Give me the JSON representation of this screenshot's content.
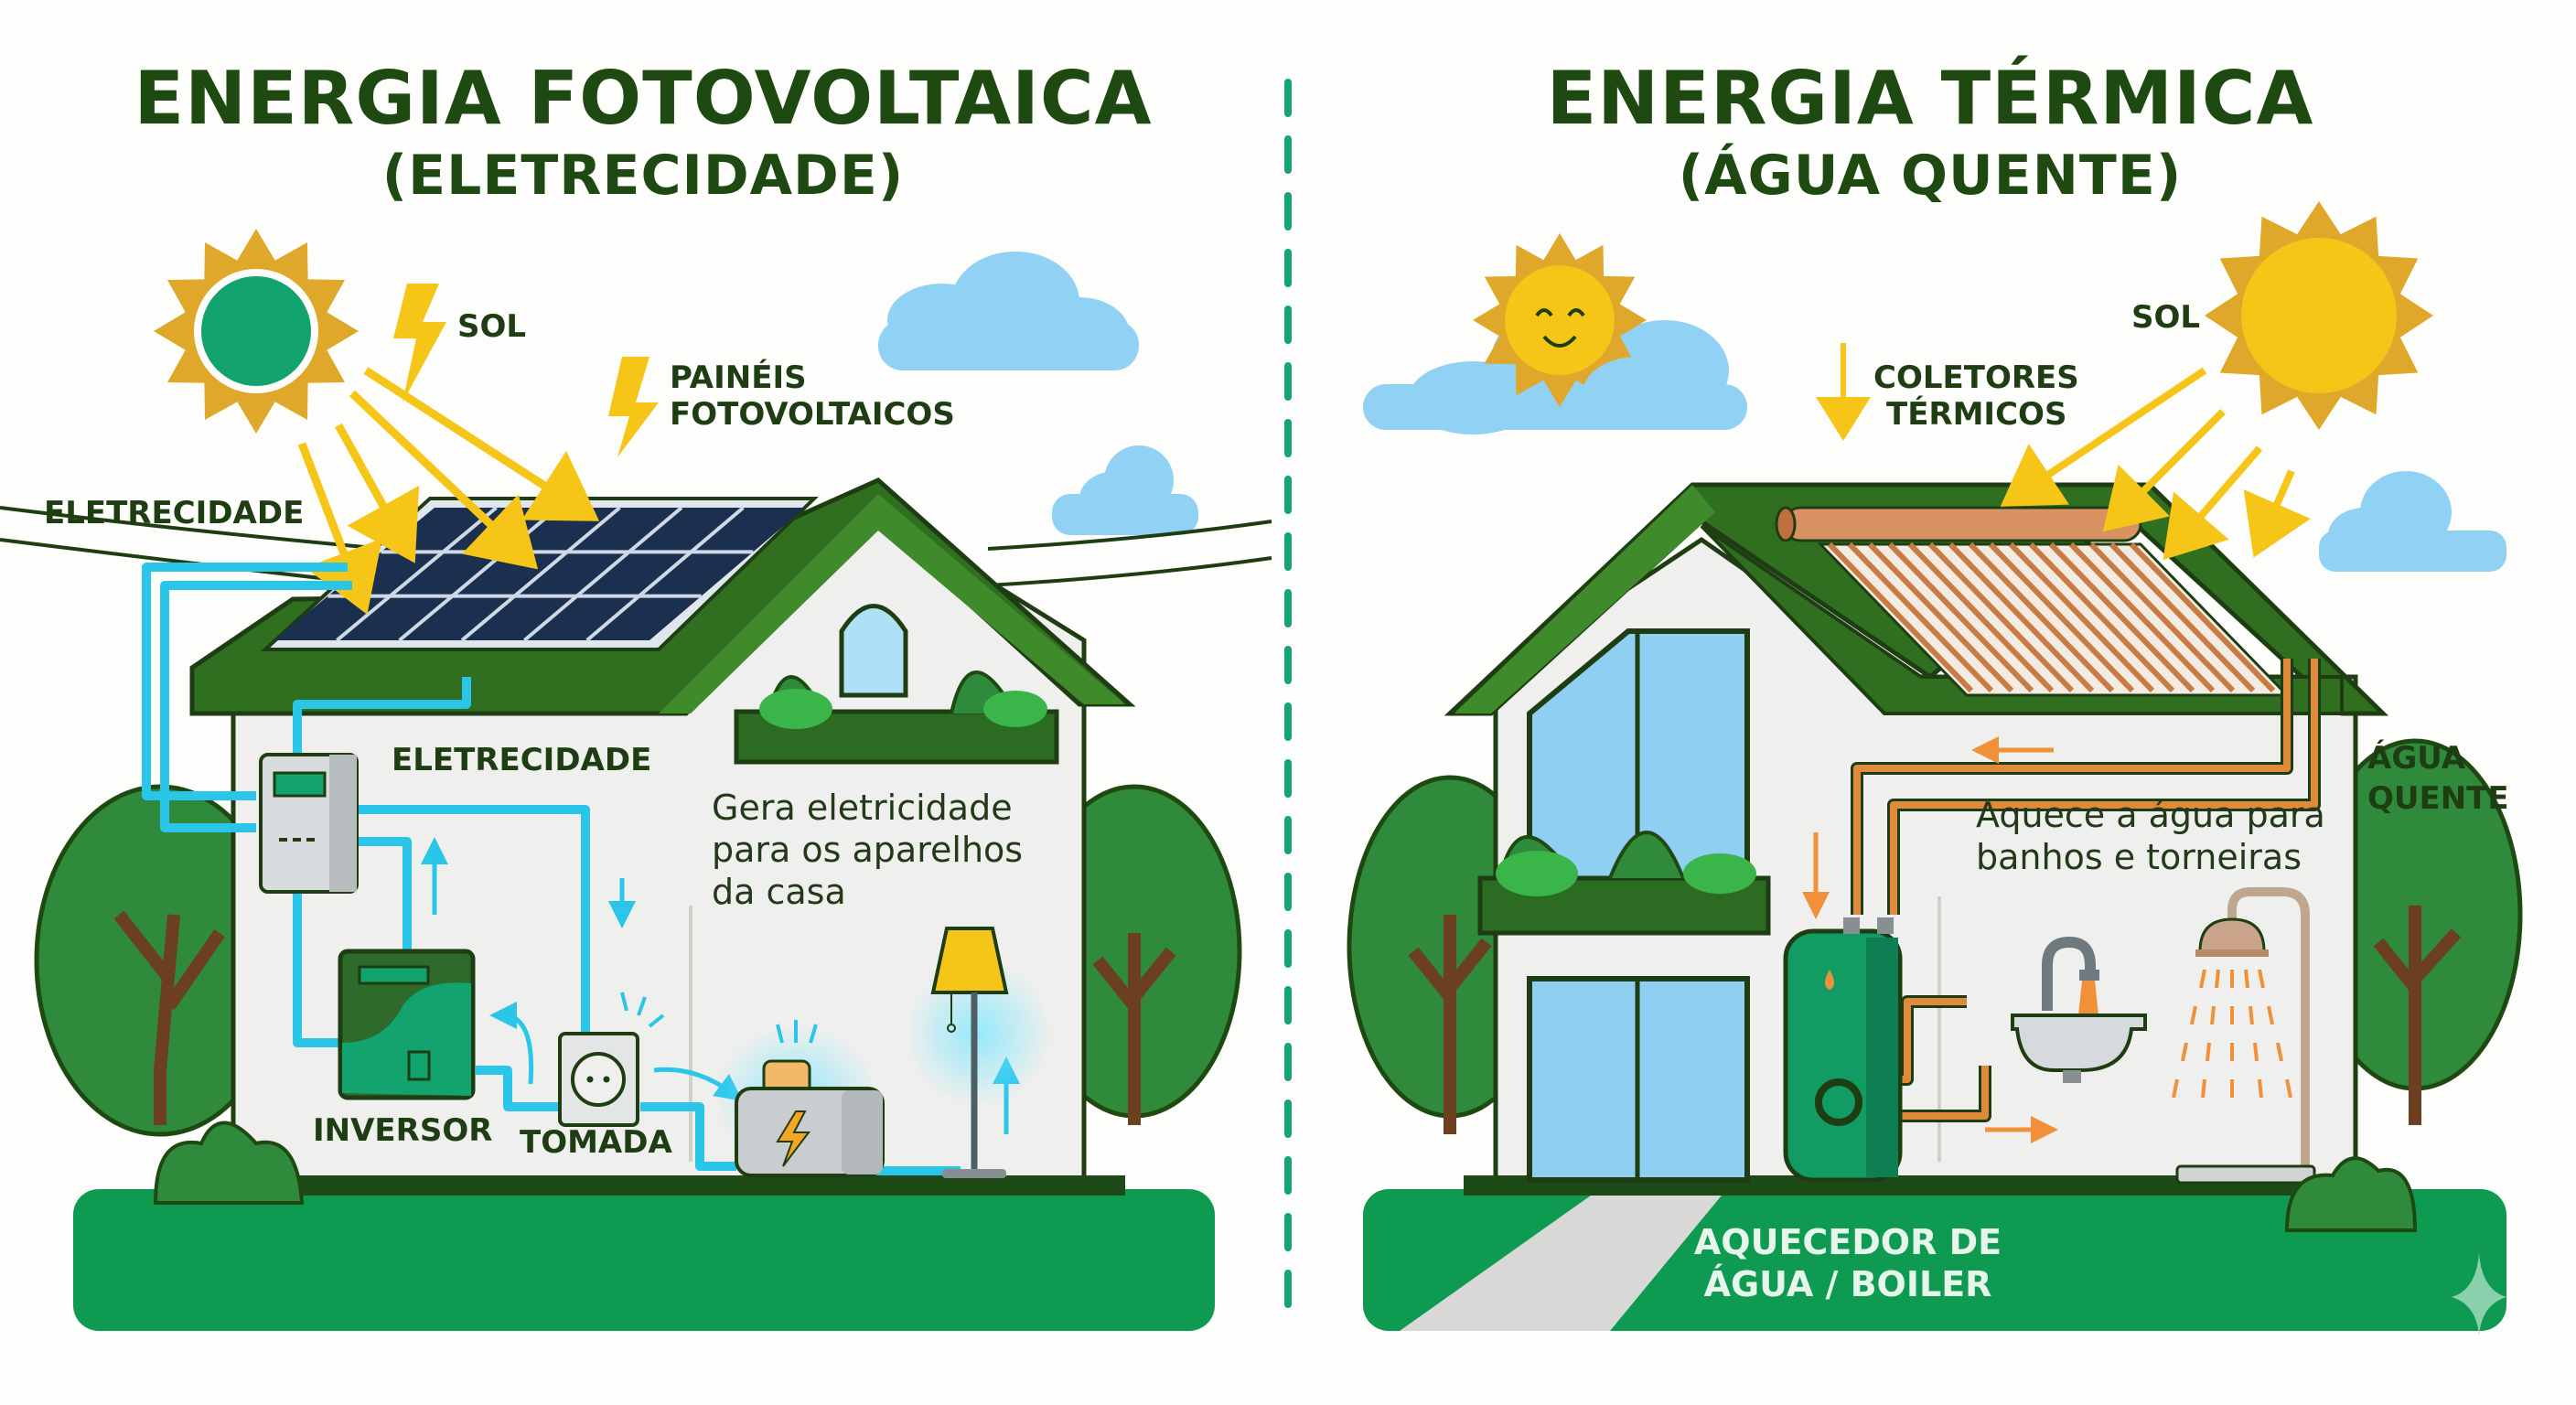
{
  "colors": {
    "title_green": "#1e4a12",
    "divider_green": "#17a673",
    "ground_green": "#0f9a52",
    "roof_green": "#2f6f1f",
    "sun_yellow": "#f5c518",
    "sun_rays": "#e0a82a",
    "pv_sun_core": "#13a36f",
    "electric_blue": "#29c6ea",
    "copper": "#e08a3c",
    "sky_blue": "#90d1f4"
  },
  "left_panel": {
    "title_line1": "ENERGIA FOTOVOLTAICA",
    "title_line2": "(ELETRECIDADE)",
    "labels": {
      "sun": "SOL",
      "panels_line1": "PAINÉIS",
      "panels_line2": "FOTOVOLTAICOS",
      "grid_electricity": "ELETRECIDADE",
      "house_electricity": "ELETRECIDADE",
      "inverter": "INVERSOR",
      "outlet": "TOMADA"
    },
    "description": [
      "Gera eletricidade",
      "para os aparelhos",
      "da casa"
    ],
    "icons": [
      "sun-icon",
      "lightning-icon",
      "solar-panel-icon",
      "electric-meter-icon",
      "inverter-icon",
      "outlet-icon",
      "toaster-icon",
      "floor-lamp-icon",
      "tree-icon",
      "cloud-icon",
      "power-line-icon"
    ]
  },
  "right_panel": {
    "title_line1": "ENERGIA TÉRMICA",
    "title_line2": "(ÁGUA QUENTE)",
    "labels": {
      "sun": "SOL",
      "collectors_line1": "COLETORES",
      "collectors_line2": "TÉRMICOS",
      "hot_water_line1": "ÁGUA",
      "hot_water_line2": "QUENTE"
    },
    "description": [
      "Aquece a água para",
      "banhos e torneiras"
    ],
    "ground_label": [
      "AQUECEDOR DE",
      "ÁGUA / BOILER"
    ],
    "icons": [
      "smiling-sun-icon",
      "sun-icon",
      "thermal-collector-icon",
      "water-heater-icon",
      "sink-faucet-icon",
      "shower-icon",
      "tree-icon",
      "cloud-icon",
      "window-icon"
    ]
  }
}
